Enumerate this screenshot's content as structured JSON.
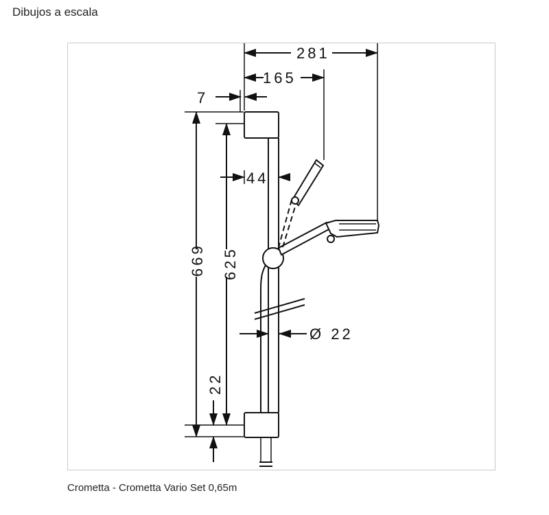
{
  "page": {
    "section_title": "Dibujos a escala",
    "caption": "Crometta - Crometta Vario Set 0,65m"
  },
  "diagram": {
    "dimensions": {
      "width_total": "281",
      "width_handshower": "165",
      "wall_offset": "7",
      "bar_to_holder": "44",
      "total_height": "669",
      "bar_height": "625",
      "bottom_offset": "22",
      "bar_diameter": "Ø 22"
    }
  }
}
